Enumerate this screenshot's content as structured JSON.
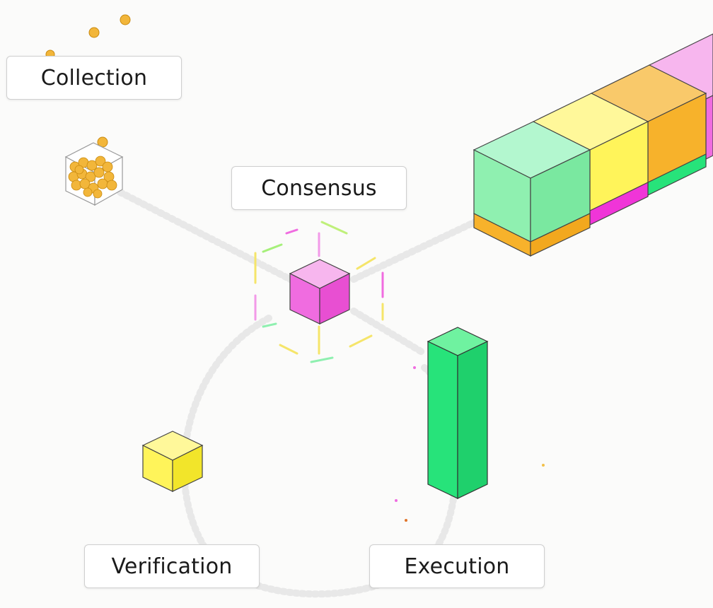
{
  "labels": {
    "collection": "Collection",
    "consensus": "Consensus",
    "verification": "Verification",
    "execution": "Execution"
  },
  "colors": {
    "background": "#fbfbfa",
    "gold": "#f2b63a",
    "magenta": "#f06ce0",
    "mint": "#8ff0b0",
    "yellow": "#fff45a",
    "green": "#27e37a",
    "pink": "#f7b6ee",
    "orange": "#f7b22b",
    "track": "#e6e6e6"
  },
  "icons": {
    "collection": "cube-of-spheres-icon",
    "consensus": "magenta-cube-icon",
    "verification": "yellow-cube-icon",
    "execution": "green-pillar-icon",
    "chain": "block-chain-icon"
  }
}
